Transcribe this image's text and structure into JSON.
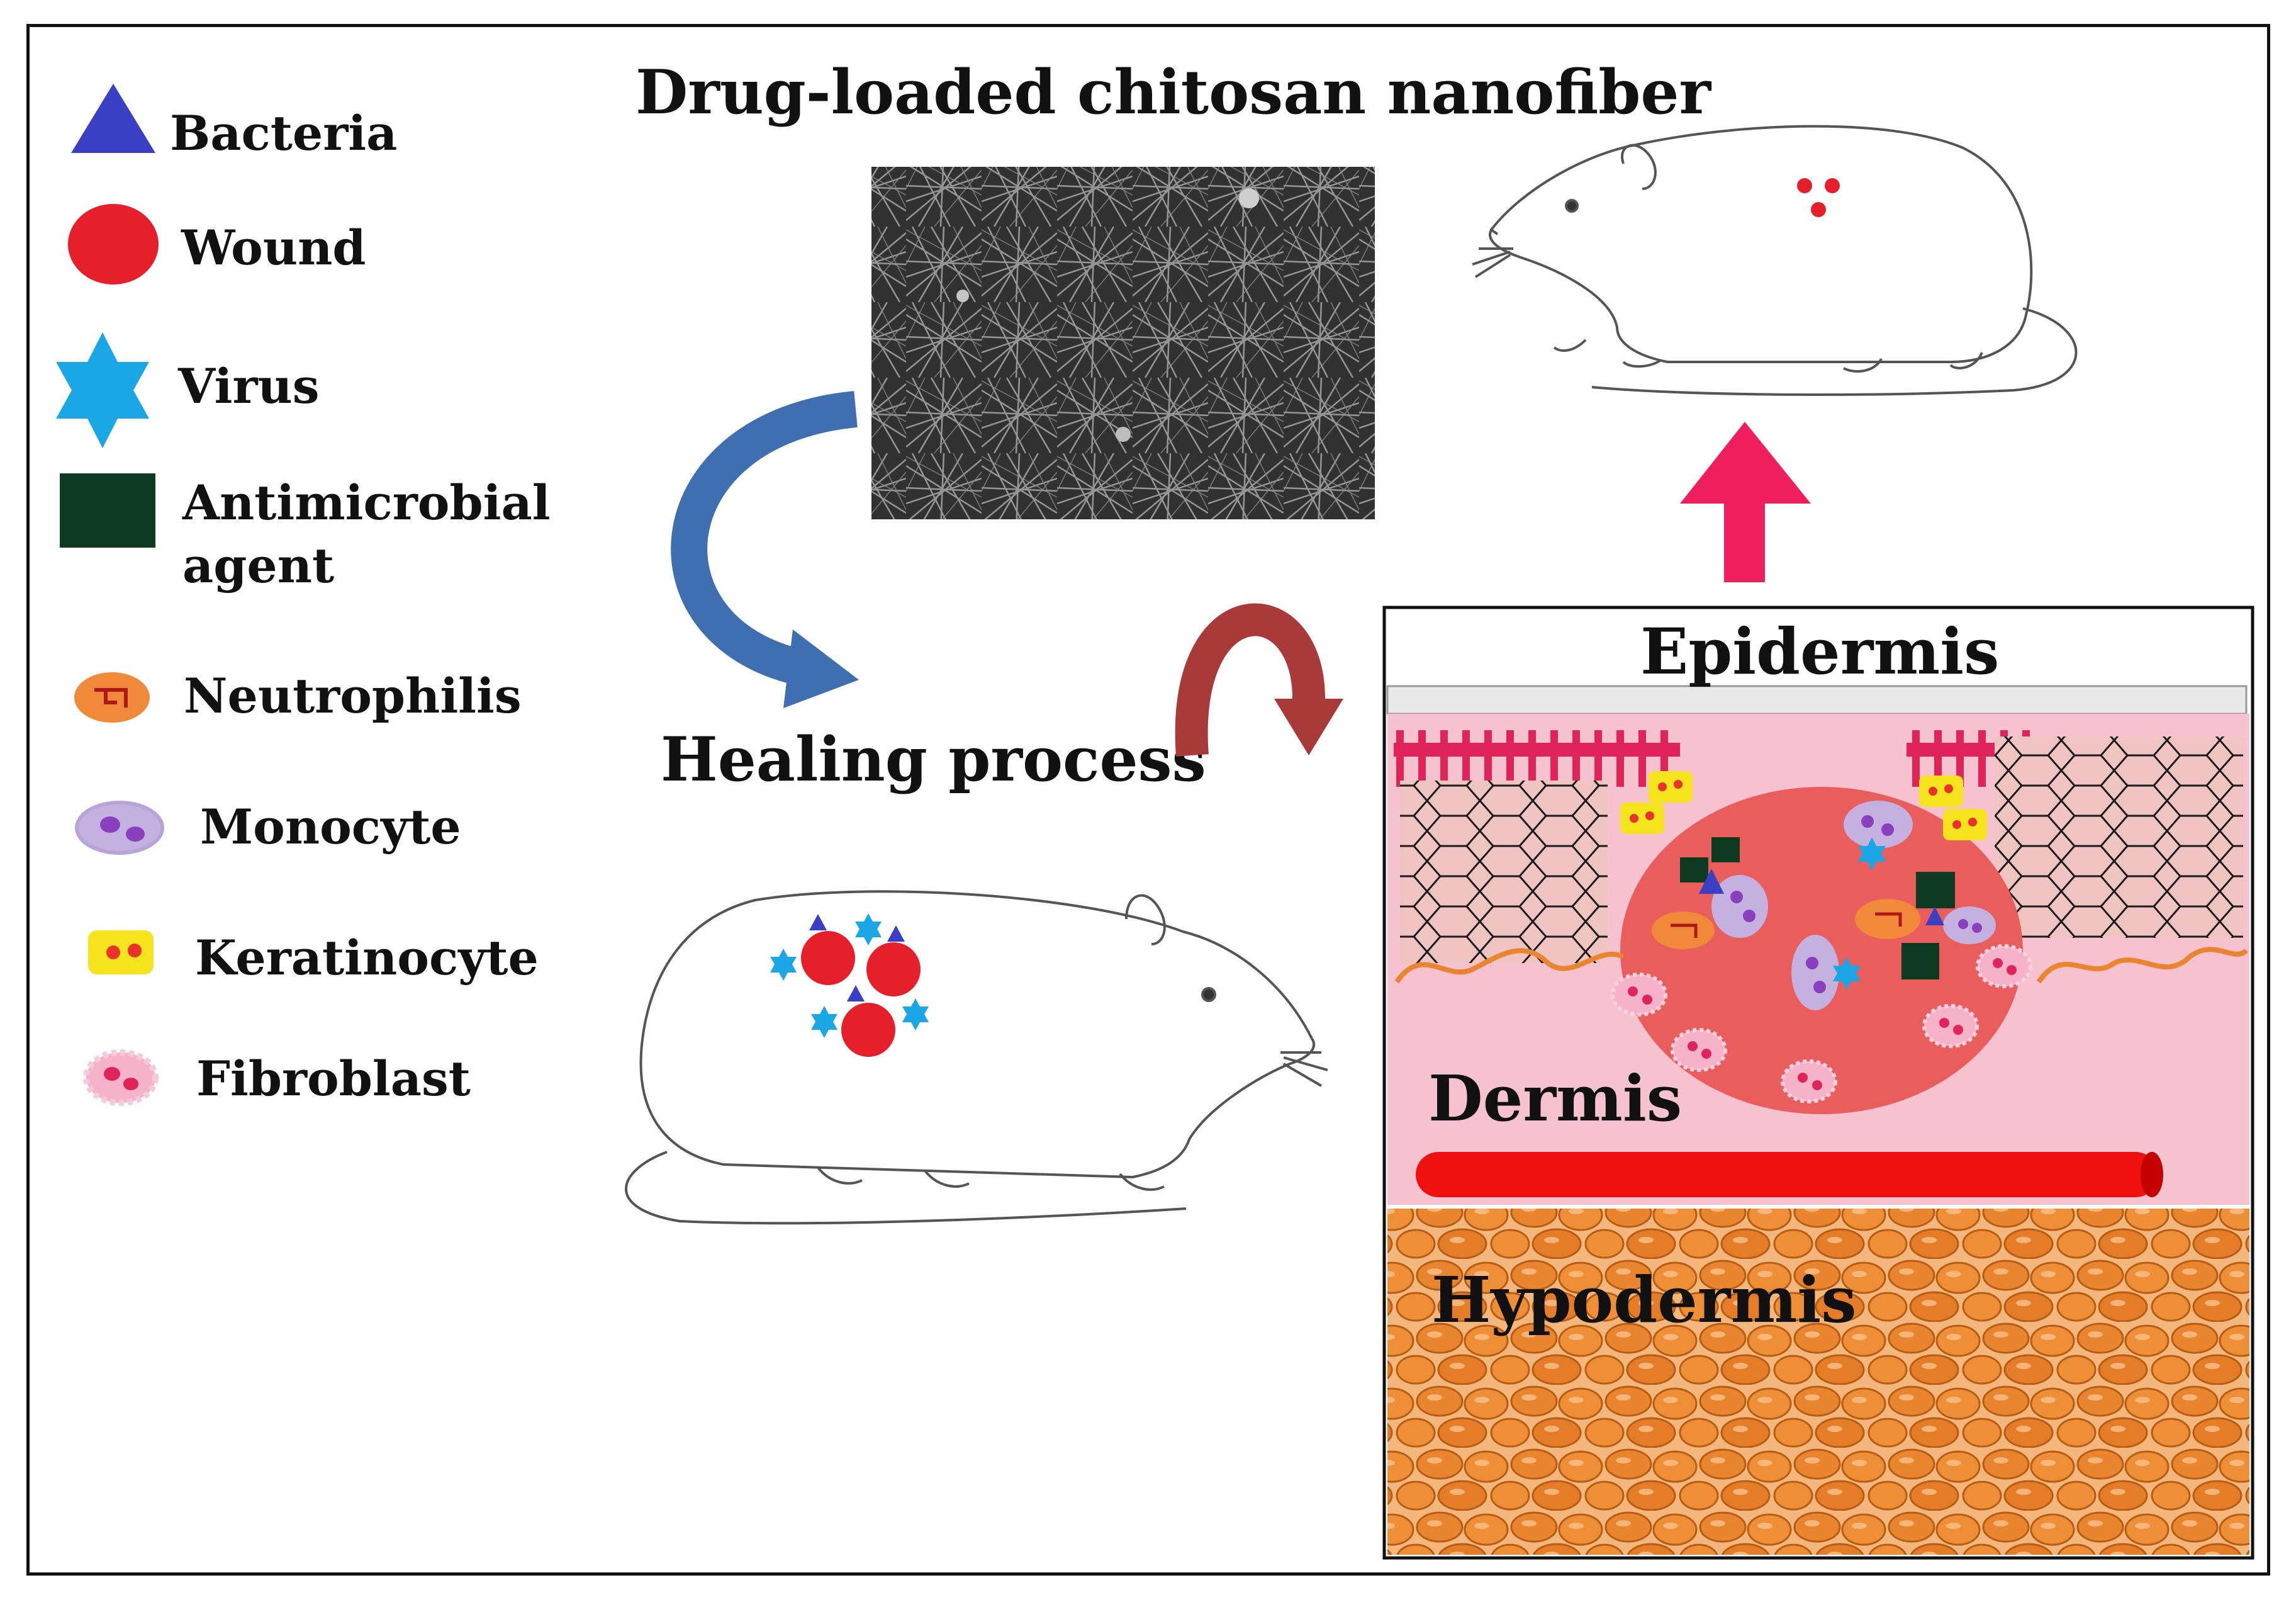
{
  "title": "Drug-loaded chitosan nanofiber",
  "process_label": "Healing process",
  "legend": [
    {
      "label": "Bacteria",
      "icon": "bacteria-triangle-icon",
      "color": "#3a3fc4"
    },
    {
      "label": "Wound",
      "icon": "wound-circle-icon",
      "color": "#e5202a"
    },
    {
      "label": "Virus",
      "icon": "virus-star-icon",
      "color": "#1ba6e6"
    },
    {
      "label": "Antimicrobial",
      "label2": "agent",
      "icon": "antimicrobial-square-icon",
      "color": "#0f3a22"
    },
    {
      "label": "Neutrophilis",
      "icon": "neutrophil-cell-icon",
      "color": "#f08a3a"
    },
    {
      "label": "Monocyte",
      "icon": "monocyte-cell-icon",
      "color": "#b9a4d8"
    },
    {
      "label": "Keratinocyte",
      "icon": "keratinocyte-cell-icon",
      "color": "#f5e31d"
    },
    {
      "label": "Fibroblast",
      "icon": "fibroblast-cell-icon",
      "color": "#f6b2c8"
    }
  ],
  "skin": {
    "epidermis": "Epidermis",
    "dermis": "Dermis",
    "hypodermis": "Hypodermis"
  },
  "colors": {
    "flow_arrow": "#3f6fb0",
    "cycle_arrow": "#a83a3a",
    "up_arrow": "#ef1f5f",
    "dermis_bg": "#f7c2d0",
    "wound_bed": "#ea5d5d",
    "fat": "#e9842f"
  }
}
